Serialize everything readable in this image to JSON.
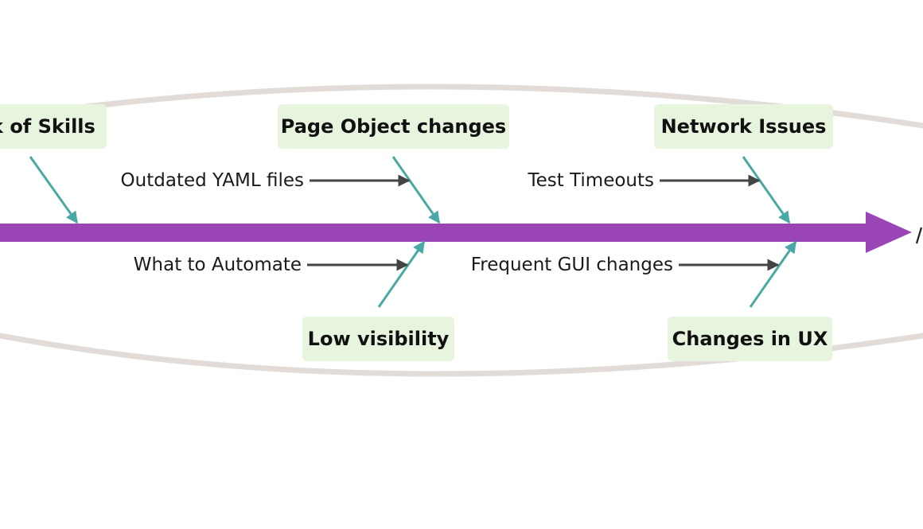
{
  "diagram": {
    "type": "fishbone",
    "colors": {
      "spine": "#9a45b6",
      "bone": "#4aa9a5",
      "sub_arrow": "#444444",
      "cause_box_bg": "#e7f5df",
      "outline": "#e2dcd9"
    },
    "causes": [
      {
        "id": "c1",
        "label": "k of Skills"
      },
      {
        "id": "c2",
        "label": "Page Object changes"
      },
      {
        "id": "c3",
        "label": "Network Issues"
      },
      {
        "id": "c4",
        "label": "Low visibility"
      },
      {
        "id": "c5",
        "label": "Changes in UX"
      }
    ],
    "sub_causes": [
      {
        "id": "s1",
        "label": "Outdated YAML files"
      },
      {
        "id": "s2",
        "label": "Test Timeouts"
      },
      {
        "id": "s3",
        "label": "What to Automate"
      },
      {
        "id": "s4",
        "label": "Frequent GUI changes"
      }
    ]
  }
}
